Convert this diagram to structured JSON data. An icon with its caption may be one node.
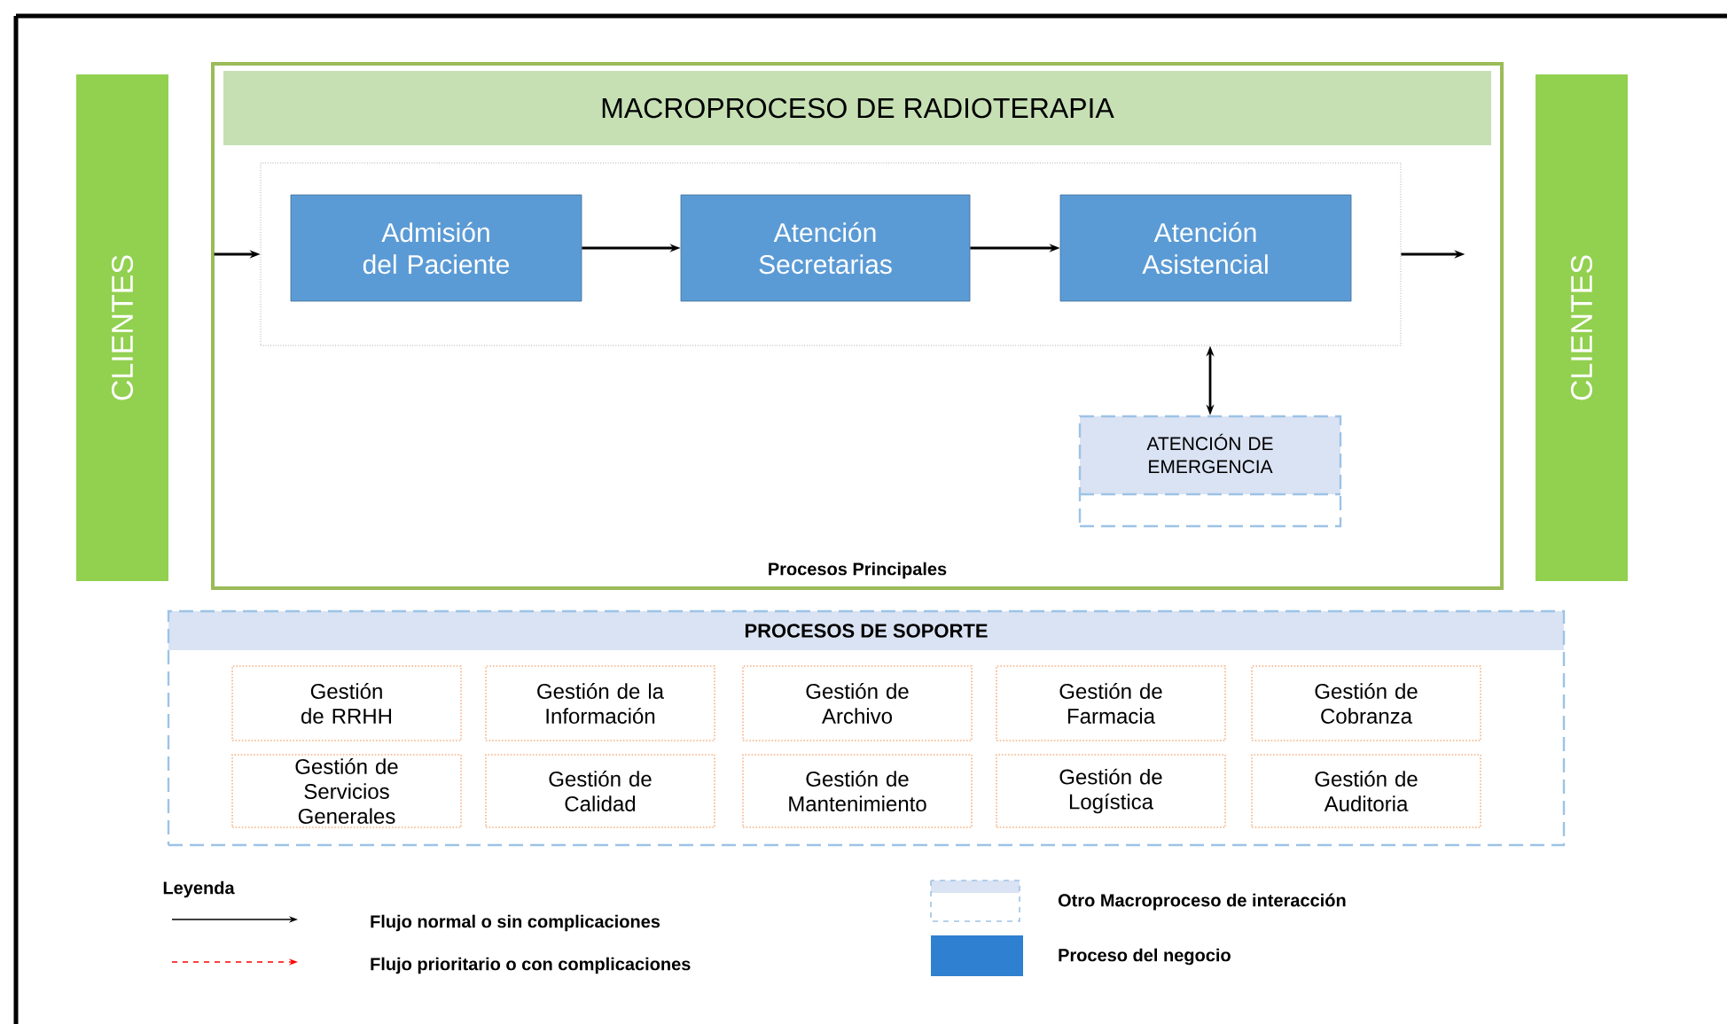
{
  "diagram": {
    "nodes": [
      {
        "text": [
          "CLIENTES"
        ]
      },
      {
        "text": [
          "MACROPROCESO DE RADIOTERAPIA",
          "Procesos Principales"
        ]
      },
      {
        "text": [],
        "shape": "box",
        "in": 1
      },
      {
        "text": [
          "Admisión del Paciente"
        ],
        "in": 2
      },
      {
        "text": [
          "Atención Secretarias"
        ],
        "in": 2
      },
      {
        "text": [
          "Atención Asistencial"
        ],
        "in": 2
      },
      {
        "text": [
          "ATENCIÓN DE EMERGENCIA"
        ],
        "in": 1
      },
      {
        "text": [
          "CLIENTES"
        ]
      },
      {
        "text": [
          "PROCESOS DE SOPORTE"
        ]
      },
      {
        "text": [
          "Gestión de RRHH"
        ],
        "in": 8
      },
      {
        "text": [
          "Gestión de la Información"
        ],
        "in": 8
      },
      {
        "text": [
          "Gestión de Archivo"
        ],
        "in": 8
      },
      {
        "text": [
          "Gestión de Farmacia"
        ],
        "in": 8
      },
      {
        "text": [
          "Gestión de Cobranza"
        ],
        "in": 8
      },
      {
        "text": [
          "Gestión de Servicios Generales"
        ],
        "in": 8
      },
      {
        "text": [
          "Gestión de Calidad"
        ],
        "in": 8
      },
      {
        "text": [
          "Gestión de Mantenimiento"
        ],
        "in": 8
      },
      {
        "text": [
          "Gestión de Logística"
        ],
        "in": 8
      },
      {
        "text": [
          "Gestión de Auditoria"
        ],
        "in": 8
      }
    ],
    "edges": [
      {
        "from": null,
        "to": 2,
        "arrow": "to"
      },
      {
        "from": 3,
        "to": 4,
        "arrow": "to"
      },
      {
        "from": 4,
        "to": 5,
        "arrow": "to"
      },
      {
        "from": 2,
        "to": null,
        "arrow": "to"
      },
      {
        "from": 2,
        "to": 6,
        "arrow": "both"
      }
    ],
    "labels": [
      "Leyenda"
    ],
    "legend": [
      {
        "text": "Flujo normal o sin complicaciones"
      },
      {
        "text": "Flujo prioritario o con complicaciones"
      },
      {
        "text": "Otro Macroproceso de interacción"
      },
      {
        "text": "Proceso del negocio",
        "color": "#2f80d0"
      }
    ]
  }
}
